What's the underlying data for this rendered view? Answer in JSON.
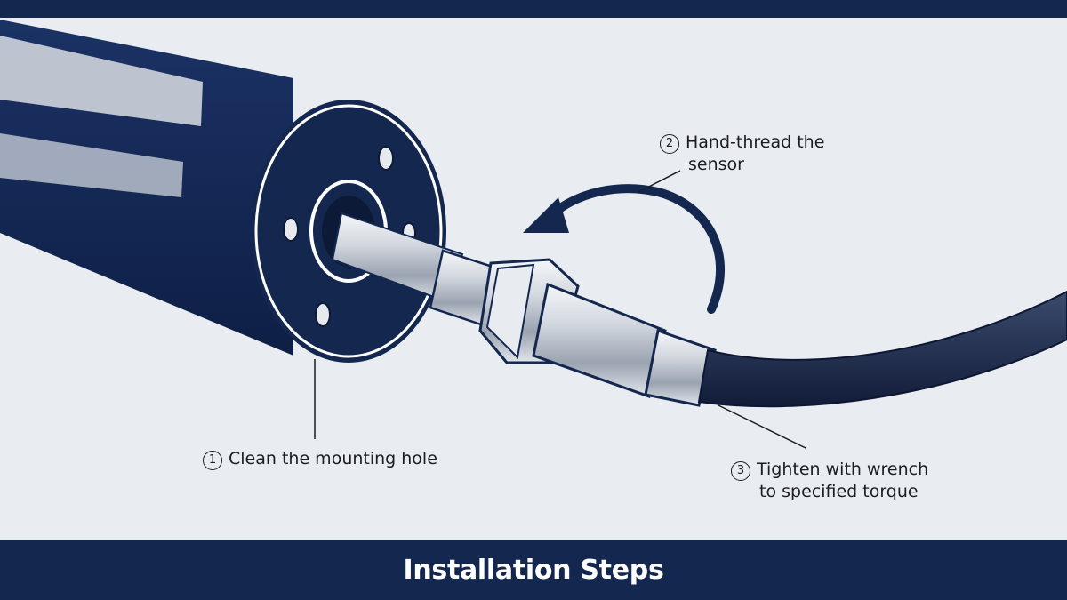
{
  "footer": {
    "title": "Installation Steps"
  },
  "steps": [
    {
      "number": "1",
      "line1": "Clean the mounting hole",
      "line2": ""
    },
    {
      "number": "2",
      "line1": "Hand-thread the",
      "line2": "sensor"
    },
    {
      "number": "3",
      "line1": "Tighten with wrench",
      "line2": "to specified torque"
    }
  ],
  "colors": {
    "navy": "#14284f",
    "background": "#e9ecf0",
    "text": "#1a1d24",
    "cable": "#1d2c52",
    "metal": "#c9ced6"
  },
  "icons": [
    "rotation-arrow-icon",
    "hex-nut-icon",
    "bolt-hole-icon"
  ]
}
